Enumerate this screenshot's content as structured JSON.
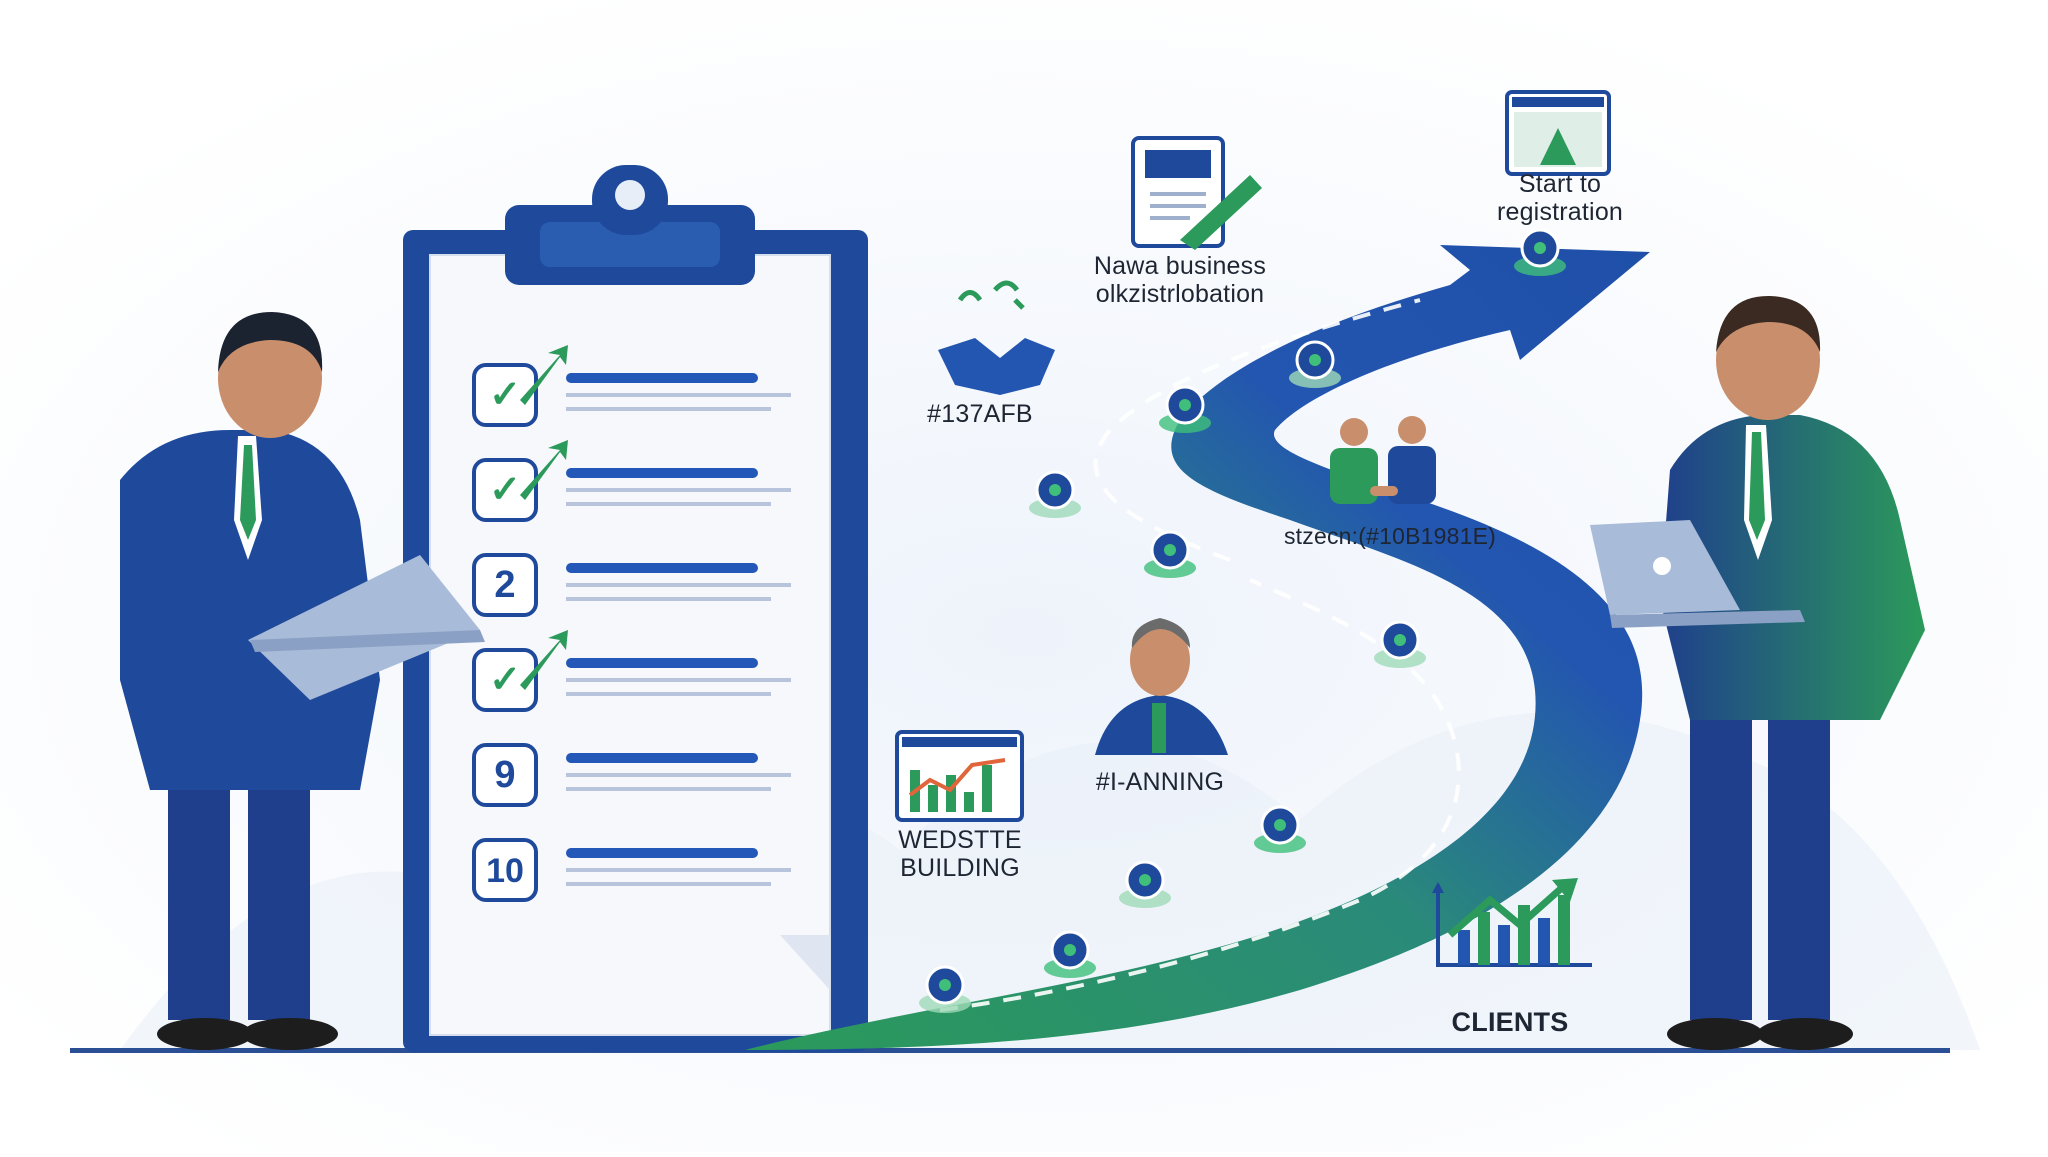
{
  "checklist": {
    "items": [
      {
        "marker": "✓"
      },
      {
        "marker": "✓"
      },
      {
        "marker": "2"
      },
      {
        "marker": "✓"
      },
      {
        "marker": "9"
      },
      {
        "marker": "10"
      }
    ]
  },
  "milestones": {
    "business_registration_line1": "Nawa business",
    "business_registration_line2": "olkzistrlobation",
    "start_registration_line1": "Start to",
    "start_registration_line2": "registration",
    "partnership": "#137AFB",
    "success": "stzecn:(#10B1981E)",
    "planning": "#I-ANNING",
    "website_line1": "WEDSTTE",
    "website_line2": "BUILDING",
    "clients": "CLIENTS"
  },
  "colors": {
    "navy": "#1f4a9c",
    "blue": "#2a5db0",
    "green": "#2b9a5a",
    "light_green": "#3fbf7a",
    "paper": "#f6f8fc",
    "line_blue": "#2358b8",
    "line_gray": "#b7c4dc"
  }
}
